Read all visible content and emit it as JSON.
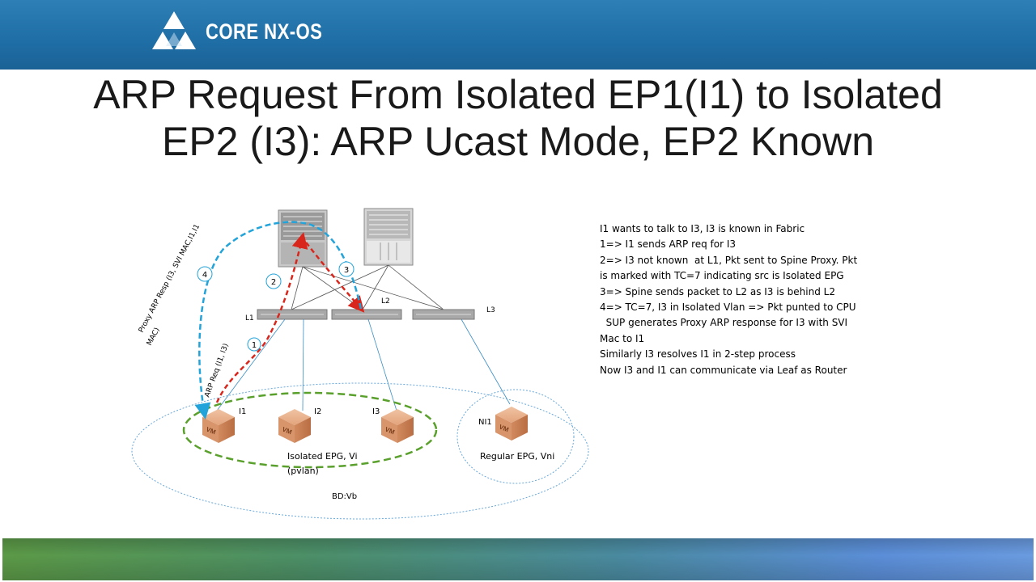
{
  "header": {
    "brand": "CORE NX-OS",
    "accent_color": "#1f6ea6",
    "logo_icon": "triangle-logo-icon"
  },
  "title": {
    "line1": "ARP Request From Isolated EP1(I1) to Isolated",
    "line2": "EP2 (I3): ARP Ucast Mode, EP2 Known"
  },
  "diagram": {
    "leaves": [
      "L1",
      "L2",
      "L3"
    ],
    "steps": [
      "1",
      "2",
      "3",
      "4"
    ],
    "vms": [
      "I1",
      "I2",
      "I3",
      "NI1"
    ],
    "vm_badge": "VM",
    "isolated_epg": {
      "line1": "Isolated EPG, Vi",
      "line2": "(pvlan)"
    },
    "regular_epg": "Regular EPG, Vni",
    "bd": "BD:Vb",
    "arp_req_label": "ARP Req (I1, I3)",
    "proxy_resp_label": {
      "line1": "Proxy ARP Resp (I3, SVI MAC,I1,I1",
      "line2": "MAC)"
    },
    "colors": {
      "request": "#d9261c",
      "response": "#22a3d9",
      "isolated": "#5aa02c",
      "link": "#3a8fc6"
    }
  },
  "explanation": {
    "lines": [
      "I1 wants to talk to I3, I3 is known in Fabric",
      "1=> I1 sends ARP req for I3",
      "2=> I3 not known  at L1, Pkt sent to Spine Proxy. Pkt",
      "is marked with TC=7 indicating src is Isolated EPG",
      "3=> Spine sends packet to L2 as I3 is behind L2",
      "4=> TC=7, I3 in Isolated Vlan => Pkt punted to CPU",
      "  SUP generates Proxy ARP response for I3 with SVI",
      "Mac to I1",
      "",
      "Similarly I3 resolves I1 in 2-step process",
      "Now I3 and I1 can communicate via Leaf as Router"
    ]
  }
}
